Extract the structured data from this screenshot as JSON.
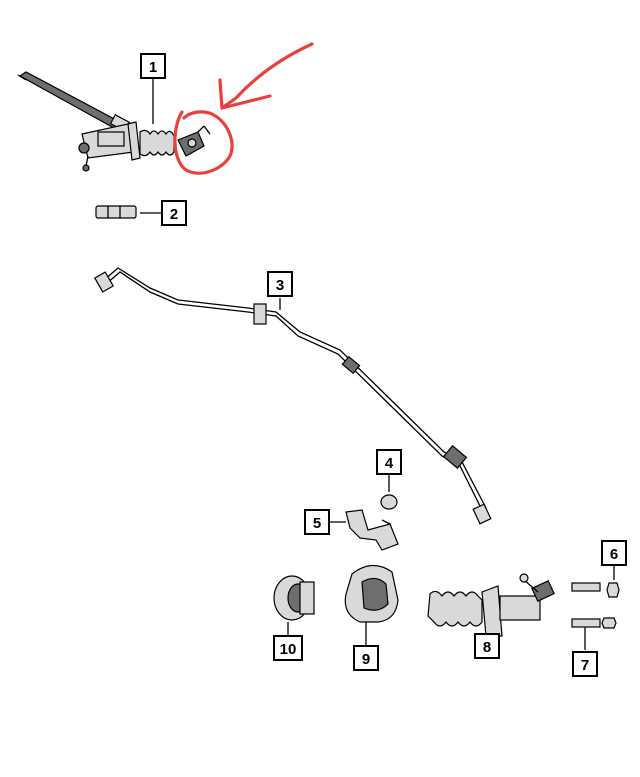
{
  "diagram": {
    "callouts": [
      {
        "id": "1",
        "label": "1"
      },
      {
        "id": "2",
        "label": "2"
      },
      {
        "id": "3",
        "label": "3"
      },
      {
        "id": "4",
        "label": "4"
      },
      {
        "id": "5",
        "label": "5"
      },
      {
        "id": "6",
        "label": "6"
      },
      {
        "id": "7",
        "label": "7"
      },
      {
        "id": "8",
        "label": "8"
      },
      {
        "id": "9",
        "label": "9"
      },
      {
        "id": "10",
        "label": "10"
      }
    ],
    "annotation_color": "#e8403c"
  }
}
